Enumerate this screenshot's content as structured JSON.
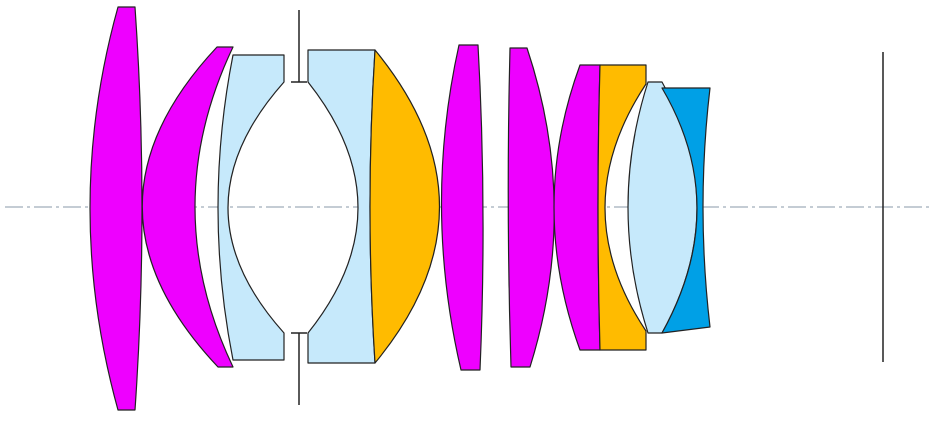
{
  "diagram": {
    "type": "optical-lens-layout",
    "colors": {
      "magenta": "#EE00FF",
      "light_blue": "#C6E9FB",
      "orange": "#FFBB00",
      "blue": "#00A0E6",
      "outline": "#222222",
      "axis": "#8A9AAA"
    },
    "elements": [
      {
        "id": 1,
        "shape": "biconvex",
        "color": "magenta"
      },
      {
        "id": 2,
        "shape": "positive-meniscus",
        "color": "magenta"
      },
      {
        "id": 3,
        "shape": "negative-meniscus",
        "color": "light_blue"
      },
      {
        "id": 4,
        "shape": "concave-plano",
        "color": "light_blue",
        "cemented_with": 5
      },
      {
        "id": 5,
        "shape": "convex",
        "color": "orange"
      },
      {
        "id": 6,
        "shape": "biconvex",
        "color": "magenta"
      },
      {
        "id": 7,
        "shape": "plano-convex",
        "color": "magenta"
      },
      {
        "id": 8,
        "shape": "convex",
        "color": "magenta",
        "cemented_with": 9
      },
      {
        "id": 9,
        "shape": "concave",
        "color": "orange"
      },
      {
        "id": 10,
        "shape": "biconvex",
        "color": "light_blue",
        "cemented_with": 11
      },
      {
        "id": 11,
        "shape": "concave",
        "color": "blue"
      }
    ]
  }
}
